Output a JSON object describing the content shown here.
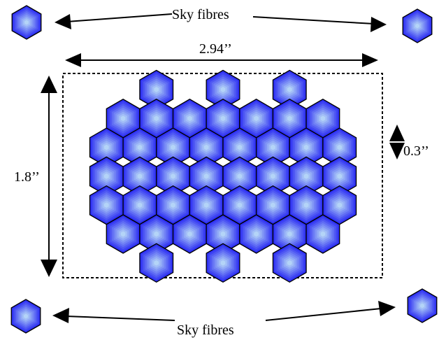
{
  "labels": {
    "sky_fibres_top": "Sky fibres",
    "sky_fibres_bottom": "Sky fibres",
    "width_dimension": "2.94’’",
    "height_dimension": "1.8’’",
    "fibre_pitch": "0.3’’"
  },
  "fibre_bundle": {
    "row_counts": [
      3,
      7,
      8,
      8,
      8,
      7,
      3
    ],
    "total_fibres": 44,
    "sky_fibres": 4
  },
  "colors": {
    "fibre_outer": "#2d2ff2",
    "fibre_inner": "#b4d4f7",
    "outline": "#000000",
    "frame": "#000000",
    "background": "#ffffff"
  }
}
